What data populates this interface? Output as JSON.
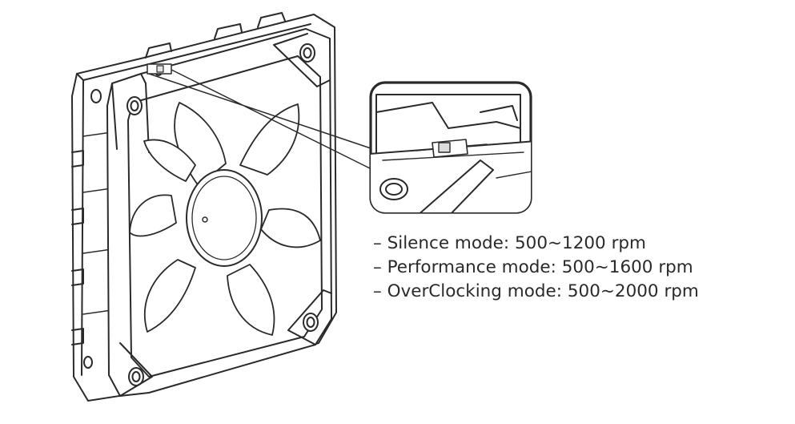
{
  "modes": [
    {
      "text": "– Silence mode: 500~1200 rpm"
    },
    {
      "text": "– Performance mode: 500~1600 rpm"
    },
    {
      "text": "– OverClocking mode: 500~2000 rpm"
    }
  ]
}
